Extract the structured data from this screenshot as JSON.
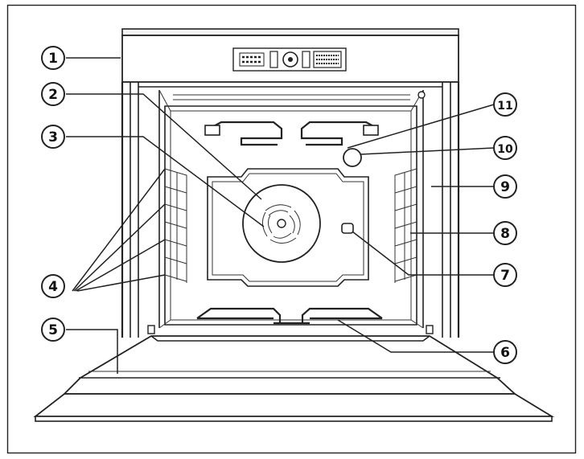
{
  "colors": {
    "stroke": "#222222",
    "background": "#ffffff",
    "fill_light": "#f4f4f4"
  },
  "callouts": [
    {
      "number": "1"
    },
    {
      "number": "2"
    },
    {
      "number": "3"
    },
    {
      "number": "4"
    },
    {
      "number": "5"
    },
    {
      "number": "6"
    },
    {
      "number": "7"
    },
    {
      "number": "8"
    },
    {
      "number": "9"
    },
    {
      "number": "10"
    },
    {
      "number": "11"
    }
  ]
}
